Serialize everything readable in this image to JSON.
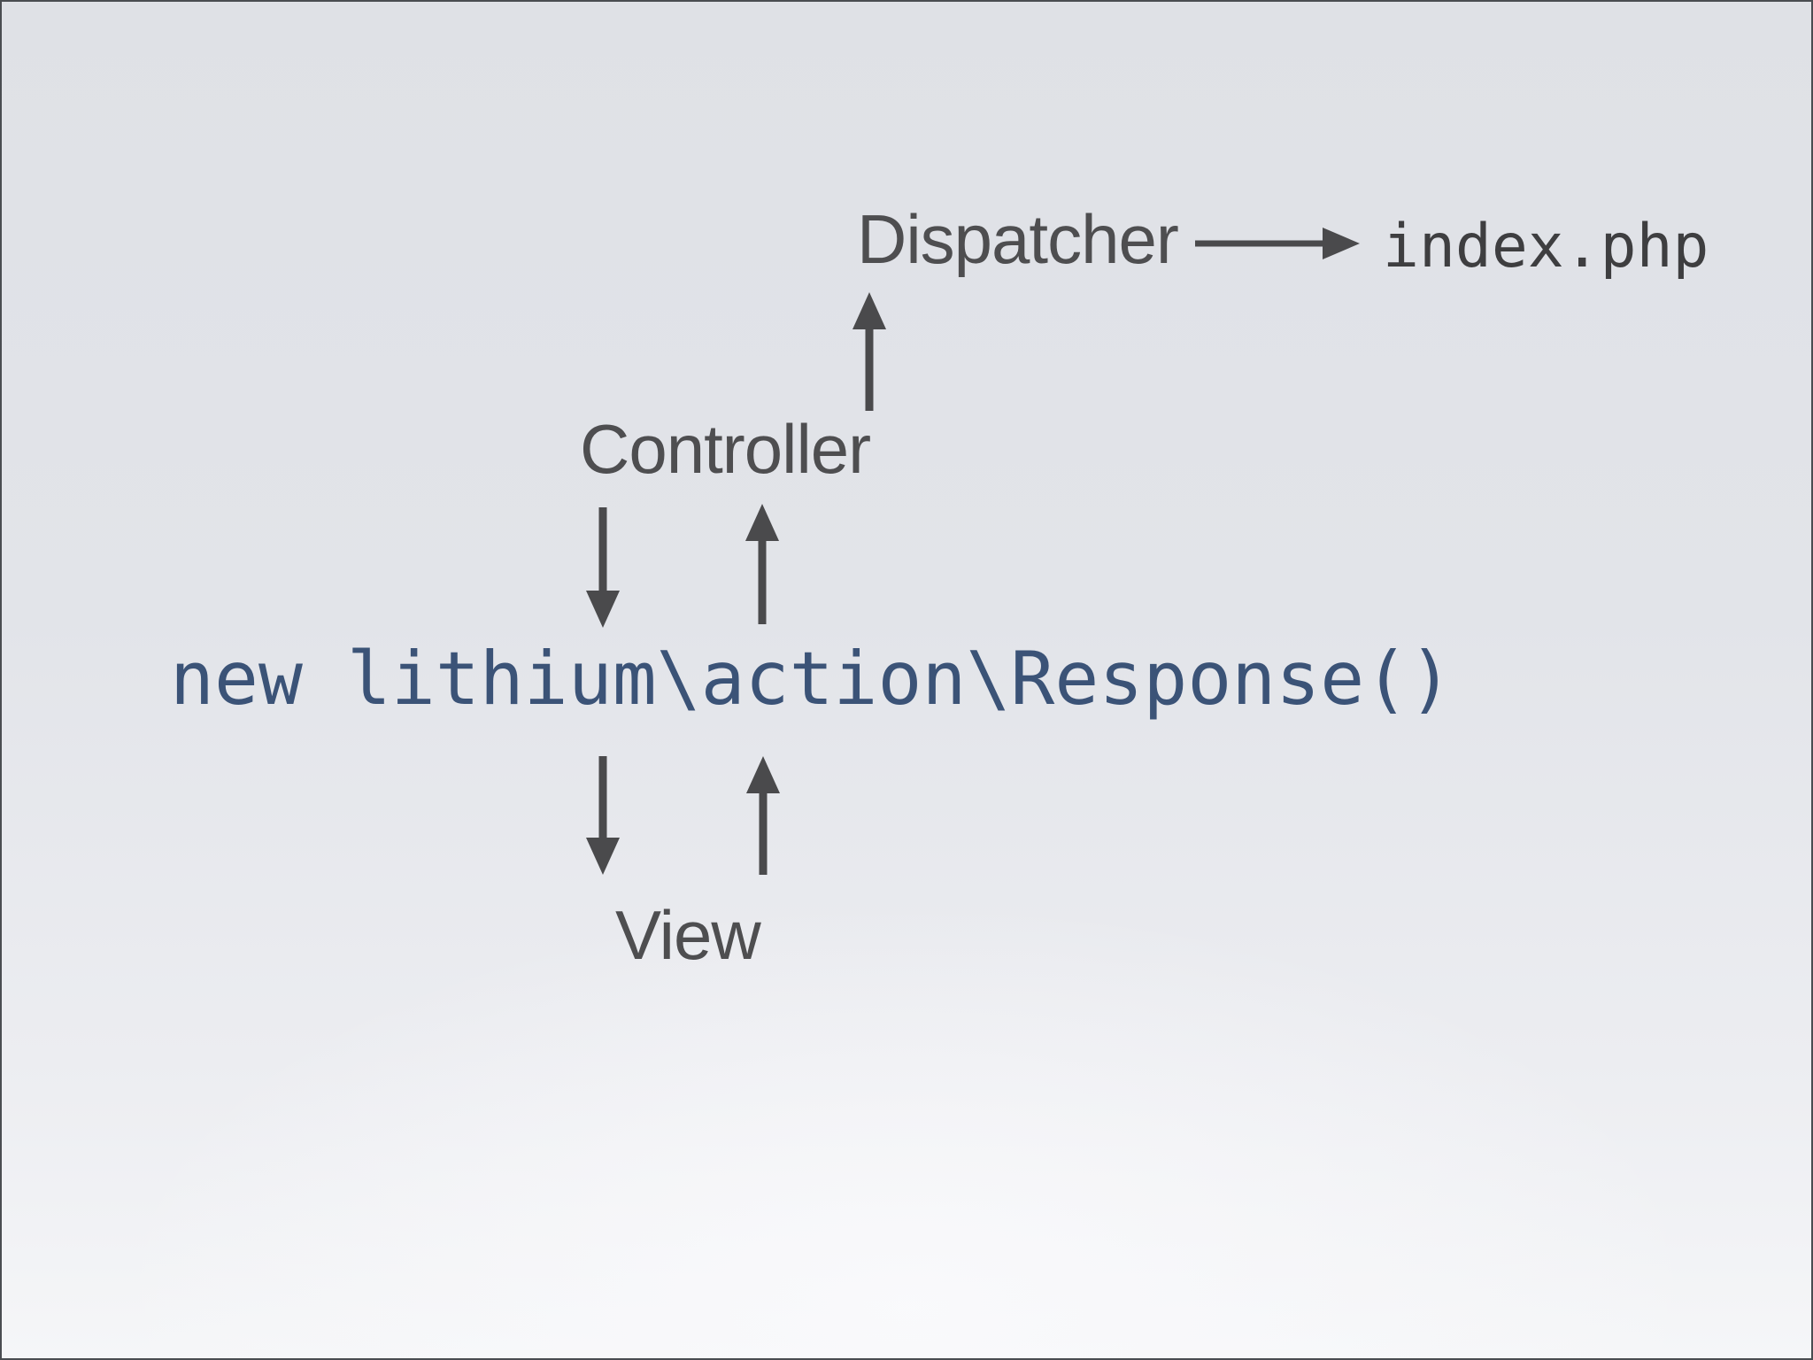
{
  "slide": {
    "kind": "presentation-slide",
    "description": "MVC request flow diagram"
  },
  "colors": {
    "bg_top": "#dfe1e6",
    "bg_bottom": "#f5f6f8",
    "frame": "#4a4d51",
    "label": "#4e4e50",
    "arrow": "#4a4a4c",
    "code": "#3b5377",
    "file": "#3e3e40"
  },
  "diagram": {
    "nodes": {
      "dispatcher": "Dispatcher",
      "index_php": "index.php",
      "controller": "Controller",
      "response_code": "new lithium\\action\\Response()",
      "view": "View"
    },
    "edges": [
      {
        "from": "dispatcher",
        "to": "index_php",
        "direction": "right"
      },
      {
        "from": "controller",
        "to": "dispatcher",
        "direction": "up"
      },
      {
        "from": "controller",
        "to": "response_code",
        "direction": "down"
      },
      {
        "from": "response_code",
        "to": "controller",
        "direction": "up"
      },
      {
        "from": "response_code",
        "to": "view",
        "direction": "down"
      },
      {
        "from": "view",
        "to": "response_code",
        "direction": "up"
      }
    ]
  }
}
